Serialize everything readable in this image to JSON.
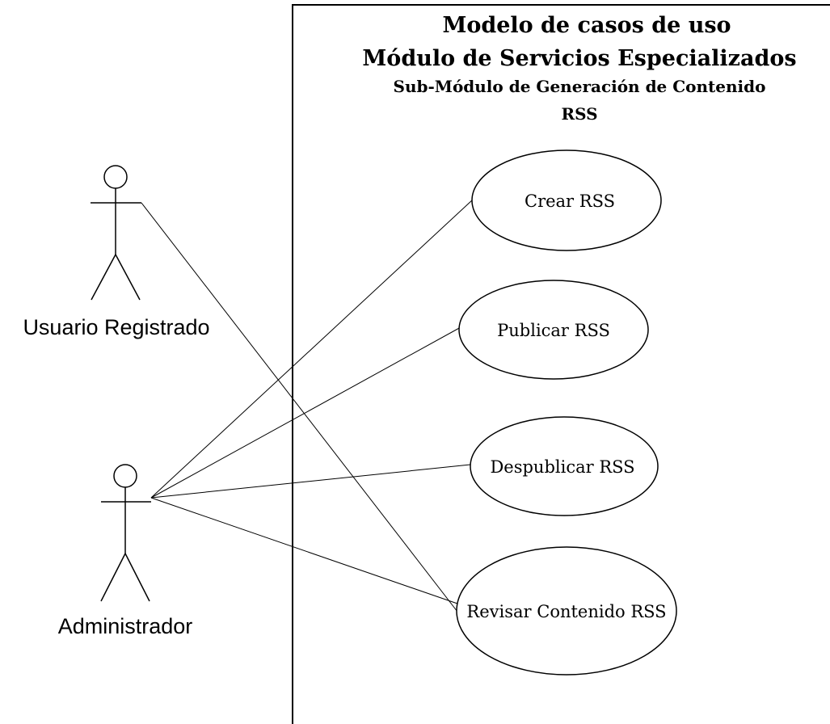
{
  "system": {
    "title_line1": "Modelo de casos de uso",
    "title_line2": "Módulo de Servicios Especializados",
    "title_line3": "Sub-Módulo de Generación de Contenido",
    "title_line4": "RSS"
  },
  "actors": {
    "registered_user": "Usuario Registrado",
    "admin": "Administrador"
  },
  "use_cases": {
    "create": "Crear RSS",
    "publish": "Publicar RSS",
    "unpublish": "Despublicar RSS",
    "review": "Revisar Contenido RSS"
  }
}
